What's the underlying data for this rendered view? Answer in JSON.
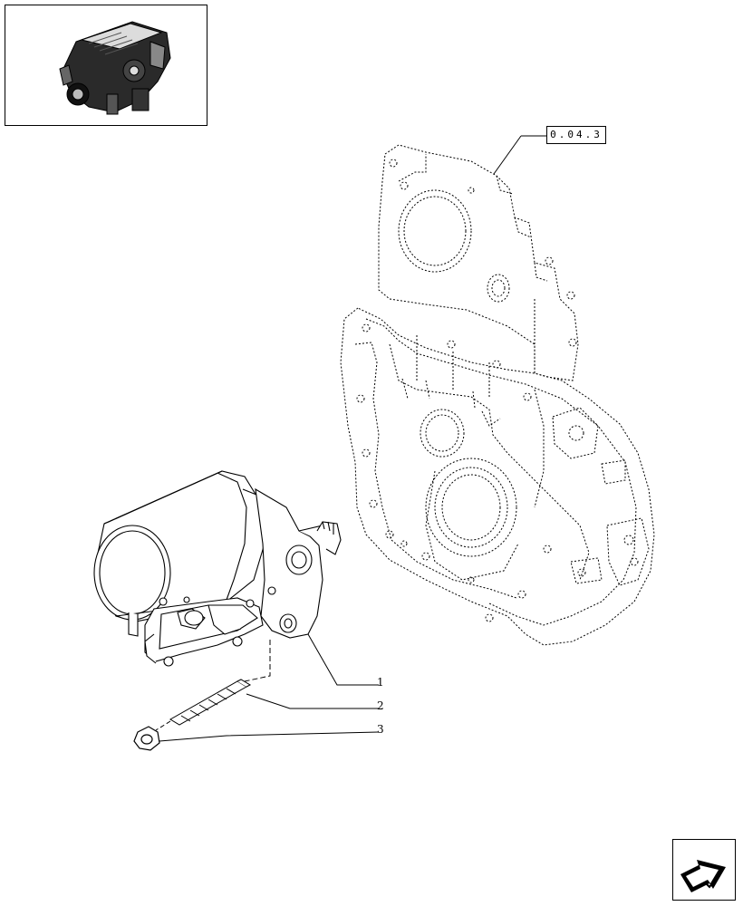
{
  "reference": {
    "label": "0.04.3"
  },
  "callouts": [
    {
      "id": "1",
      "label": "1"
    },
    {
      "id": "2",
      "label": "2"
    },
    {
      "id": "3",
      "label": "3"
    }
  ],
  "navigation": {
    "icon": "next-page-arrow-icon"
  },
  "thumbnail": {
    "icon": "engine-thumbnail-icon"
  }
}
